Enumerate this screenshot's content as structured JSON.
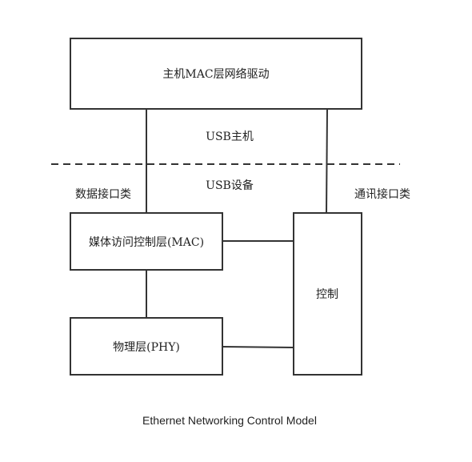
{
  "boxes": {
    "host_driver": "主机MAC层网络驱动",
    "mac": "媒体访问控制层(MAC)",
    "phy": "物理层(PHY)",
    "control": "控制"
  },
  "labels": {
    "usb_host": "USB主机",
    "usb_device": "USB设备",
    "data_interface": "数据接口类",
    "comm_interface": "通讯接口类"
  },
  "caption": "Ethernet Networking Control Model"
}
